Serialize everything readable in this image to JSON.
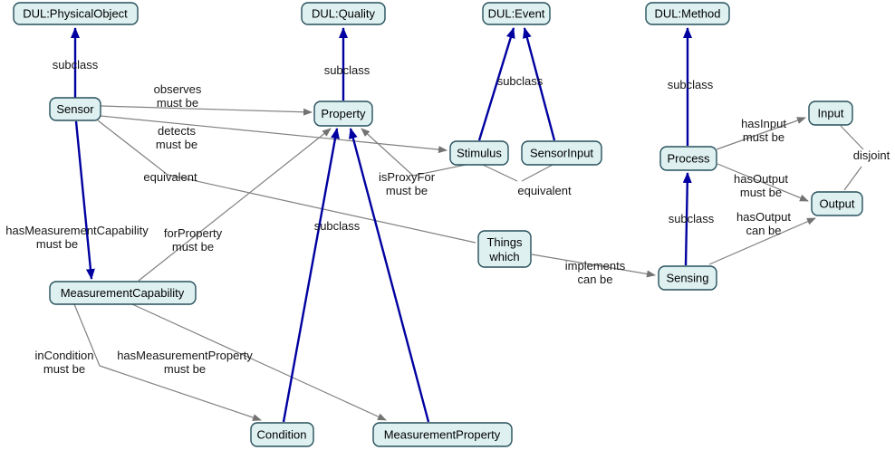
{
  "diagram": {
    "background_color": "#ffffff",
    "node_fill_color": "#def0f0",
    "node_border_color": "#26505b",
    "subclass_line_color": "#0000a0",
    "relation_line_color": "#808080"
  },
  "nodes": {
    "dul_physical_object": {
      "label": "DUL:PhysicalObject"
    },
    "dul_quality": {
      "label": "DUL:Quality"
    },
    "dul_event": {
      "label": "DUL:Event"
    },
    "dul_method": {
      "label": "DUL:Method"
    },
    "sensor": {
      "label": "Sensor"
    },
    "property": {
      "label": "Property"
    },
    "stimulus": {
      "label": "Stimulus"
    },
    "sensor_input": {
      "label": "SensorInput"
    },
    "input": {
      "label": "Input"
    },
    "process": {
      "label": "Process"
    },
    "output": {
      "label": "Output"
    },
    "things_which": {
      "line1": "Things",
      "line2": "which"
    },
    "sensing": {
      "label": "Sensing"
    },
    "measurement_capability": {
      "label": "MeasurementCapability"
    },
    "condition": {
      "label": "Condition"
    },
    "measurement_property": {
      "label": "MeasurementProperty"
    }
  },
  "edges": {
    "subclass_sensor_physicalobject": {
      "from": "Sensor",
      "to": "DUL:PhysicalObject",
      "type": "subclass",
      "label": "subclass"
    },
    "subclass_property_quality": {
      "from": "Property",
      "to": "DUL:Quality",
      "type": "subclass",
      "label": "subclass"
    },
    "subclass_stimulus_event": {
      "from": "Stimulus",
      "to": "DUL:Event",
      "type": "subclass",
      "label": "subclass"
    },
    "subclass_sensorinput_event": {
      "from": "SensorInput",
      "to": "DUL:Event",
      "type": "subclass"
    },
    "subclass_process_method": {
      "from": "Process",
      "to": "DUL:Method",
      "type": "subclass",
      "label": "subclass"
    },
    "subclass_sensing_process": {
      "from": "Sensing",
      "to": "Process",
      "type": "subclass",
      "label": "subclass"
    },
    "subclass_condition_property": {
      "from": "Condition",
      "to": "Property",
      "type": "subclass",
      "label": "subclass"
    },
    "subclass_measurementproperty_property": {
      "from": "MeasurementProperty",
      "to": "Property",
      "type": "subclass"
    },
    "has_measurement_capability": {
      "from": "Sensor",
      "to": "MeasurementCapability",
      "type": "property",
      "label": "hasMeasurementCapability",
      "modality": "must be"
    },
    "observes": {
      "from": "Sensor",
      "to": "Property",
      "type": "property",
      "label": "observes",
      "modality": "must be"
    },
    "detects": {
      "from": "Sensor",
      "to": "Stimulus",
      "type": "property",
      "label": "detects",
      "modality": "must be"
    },
    "equivalent_sensor_thingswhich": {
      "from": "Sensor",
      "to": "Things which",
      "type": "equivalence",
      "label": "equivalent"
    },
    "is_proxy_for": {
      "from": "Stimulus",
      "to": "Property",
      "type": "property",
      "label": "isProxyFor",
      "modality": "must be"
    },
    "equivalent_stimulus_sensorinput": {
      "from": "Stimulus",
      "to": "SensorInput",
      "type": "equivalence",
      "label": "equivalent"
    },
    "has_input": {
      "from": "Process",
      "to": "Input",
      "type": "property",
      "label": "hasInput",
      "modality": "must be"
    },
    "disjoint_input_output": {
      "from": "Input",
      "to": "Output",
      "type": "disjoint",
      "label": "disjoint"
    },
    "has_output_must_be": {
      "from": "Process",
      "to": "Output",
      "type": "property",
      "label": "hasOutput",
      "modality": "must be"
    },
    "has_output_can_be": {
      "from": "Sensing",
      "to": "Output",
      "type": "property",
      "label": "hasOutput",
      "modality": "can be"
    },
    "for_property": {
      "from": "MeasurementCapability",
      "to": "Property",
      "type": "property",
      "label": "forProperty",
      "modality": "must be"
    },
    "implements": {
      "from": "Things which",
      "to": "Sensing",
      "type": "property",
      "label": "implements",
      "modality": "can be"
    },
    "in_condition": {
      "from": "MeasurementCapability",
      "to": "Condition",
      "type": "property",
      "label": "inCondition",
      "modality": "must be"
    },
    "has_measurement_property": {
      "from": "MeasurementCapability",
      "to": "MeasurementProperty",
      "type": "property",
      "label": "hasMeasurementProperty",
      "modality": "must be"
    }
  }
}
